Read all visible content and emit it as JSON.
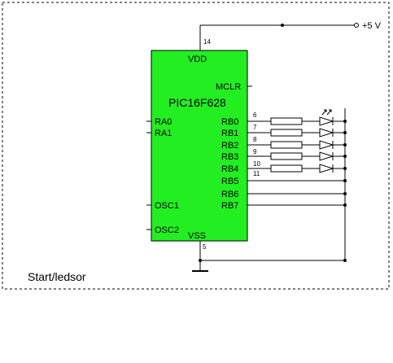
{
  "frame_label": "Start/ledsor",
  "supply": {
    "label": "+5 V"
  },
  "chip": {
    "name": "PIC16F628",
    "fill_color": "#22ee22",
    "vdd": {
      "label": "VDD",
      "pin": "14"
    },
    "vss": {
      "label": "VSS",
      "pin": "5"
    },
    "mclr": "MCLR",
    "left_pins": [
      "RA0",
      "RA1",
      "OSC1",
      "OSC2"
    ],
    "right_pins": [
      {
        "label": "RB0",
        "pin": "6"
      },
      {
        "label": "RB1",
        "pin": "7"
      },
      {
        "label": "RB2",
        "pin": "8"
      },
      {
        "label": "RB3",
        "pin": "9"
      },
      {
        "label": "RB4",
        "pin": "10"
      },
      {
        "label": "RB5",
        "pin": "11"
      },
      {
        "label": "RB6",
        "pin": ""
      },
      {
        "label": "RB7",
        "pin": ""
      }
    ]
  },
  "led_count": 5
}
